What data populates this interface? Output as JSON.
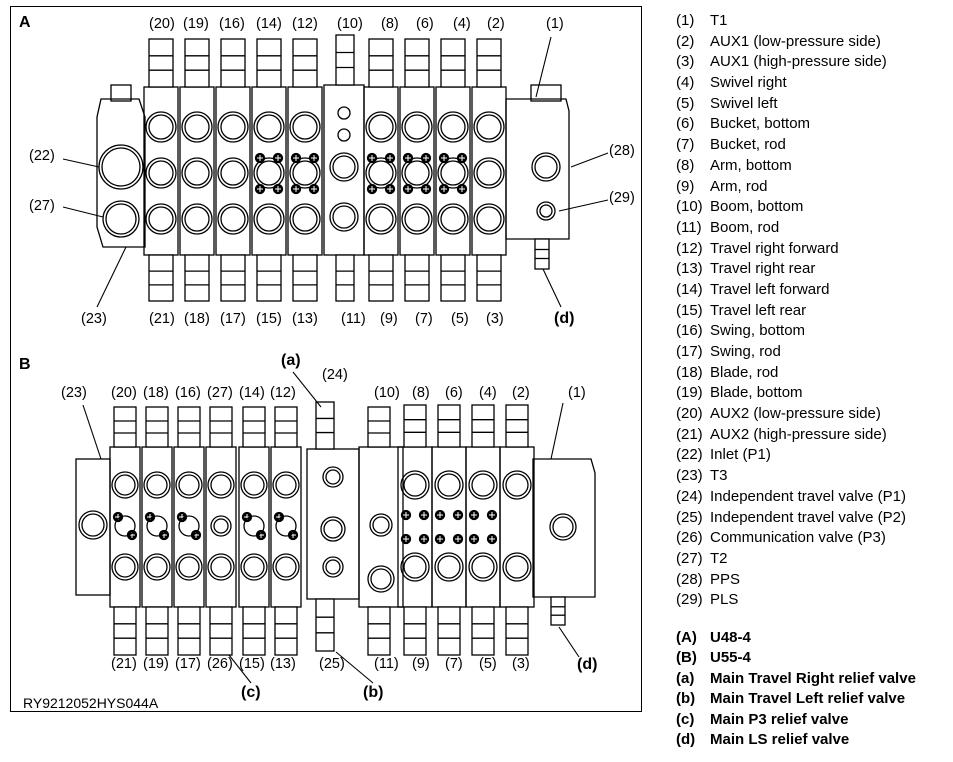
{
  "figure": {
    "panel_a": "A",
    "panel_b": "B",
    "ref_code": "RY9212052HYS044A",
    "a_top_labels": [
      "(20)",
      "(19)",
      "(16)",
      "(14)",
      "(12)",
      "(10)",
      "(8)",
      "(6)",
      "(4)",
      "(2)",
      "(1)"
    ],
    "a_bottom_labels": [
      "(21)",
      "(18)",
      "(17)",
      "(15)",
      "(13)",
      "(11)",
      "(9)",
      "(7)",
      "(5)",
      "(3)"
    ],
    "a_side_labels": {
      "l22": "(22)",
      "l27": "(27)",
      "l23": "(23)",
      "l28": "(28)",
      "l29": "(29)",
      "ld": "(d)"
    },
    "b_top_labels": [
      "(23)",
      "(20)",
      "(18)",
      "(16)",
      "(27)",
      "(14)",
      "(12)",
      "(10)",
      "(8)",
      "(6)",
      "(4)",
      "(2)",
      "(1)"
    ],
    "b_extra_labels": {
      "la": "(a)",
      "l24": "(24)"
    },
    "b_bottom_labels": [
      "(21)",
      "(19)",
      "(17)",
      "(26)",
      "(15)",
      "(13)",
      "(25)",
      "(11)",
      "(9)",
      "(7)",
      "(5)",
      "(3)"
    ],
    "b_sub_labels": {
      "lc": "(c)",
      "lb": "(b)",
      "ld": "(d)"
    }
  },
  "legend": {
    "items": [
      {
        "num": "(1)",
        "text": "T1"
      },
      {
        "num": "(2)",
        "text": "AUX1 (low-pressure side)"
      },
      {
        "num": "(3)",
        "text": "AUX1 (high-pressure side)"
      },
      {
        "num": "(4)",
        "text": "Swivel right"
      },
      {
        "num": "(5)",
        "text": "Swivel left"
      },
      {
        "num": "(6)",
        "text": "Bucket, bottom"
      },
      {
        "num": "(7)",
        "text": "Bucket, rod"
      },
      {
        "num": "(8)",
        "text": "Arm, bottom"
      },
      {
        "num": "(9)",
        "text": "Arm, rod"
      },
      {
        "num": "(10)",
        "text": "Boom, bottom"
      },
      {
        "num": "(11)",
        "text": "Boom, rod"
      },
      {
        "num": "(12)",
        "text": "Travel right forward"
      },
      {
        "num": "(13)",
        "text": "Travel right rear"
      },
      {
        "num": "(14)",
        "text": "Travel left forward"
      },
      {
        "num": "(15)",
        "text": "Travel left rear"
      },
      {
        "num": "(16)",
        "text": "Swing, bottom"
      },
      {
        "num": "(17)",
        "text": "Swing, rod"
      },
      {
        "num": "(18)",
        "text": "Blade, rod"
      },
      {
        "num": "(19)",
        "text": "Blade, bottom"
      },
      {
        "num": "(20)",
        "text": "AUX2 (low-pressure side)"
      },
      {
        "num": "(21)",
        "text": "AUX2 (high-pressure side)"
      },
      {
        "num": "(22)",
        "text": "Inlet (P1)"
      },
      {
        "num": "(23)",
        "text": "T3"
      },
      {
        "num": "(24)",
        "text": "Independent travel valve (P1)"
      },
      {
        "num": "(25)",
        "text": "Independent travel valve (P2)"
      },
      {
        "num": "(26)",
        "text": "Communication valve (P3)"
      },
      {
        "num": "(27)",
        "text": "T2"
      },
      {
        "num": "(28)",
        "text": "PPS"
      },
      {
        "num": "(29)",
        "text": "PLS"
      }
    ],
    "notes": [
      {
        "num": "(A)",
        "text": "U48-4"
      },
      {
        "num": "(B)",
        "text": "U55-4"
      },
      {
        "num": "(a)",
        "text": "Main Travel Right relief valve"
      },
      {
        "num": "(b)",
        "text": "Main Travel Left relief valve"
      },
      {
        "num": "(c)",
        "text": "Main P3 relief valve"
      },
      {
        "num": "(d)",
        "text": "Main LS relief valve"
      }
    ]
  }
}
